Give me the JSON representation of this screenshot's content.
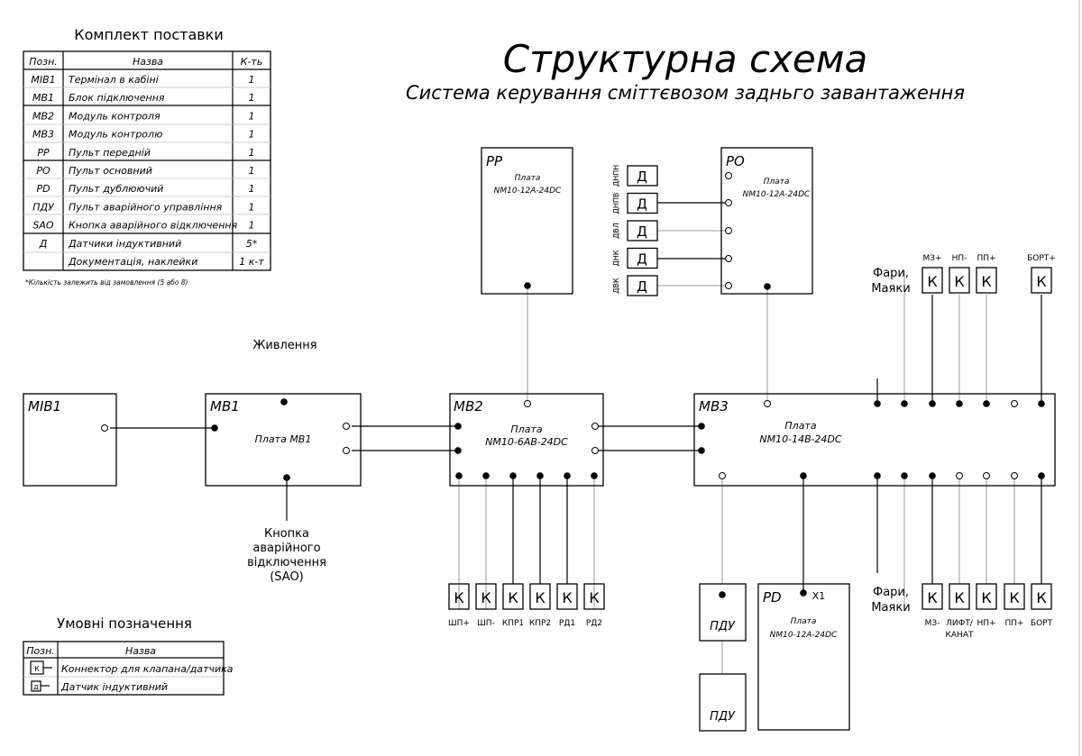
{
  "title": "Структурна схема",
  "subtitle": "Система керування сміттєвозом задньго завантаження",
  "kit": {
    "title": "Комплект поставки",
    "headers": [
      "Позн.",
      "Назва",
      "К-ть"
    ],
    "rows": [
      [
        "MIB1",
        "Термінал в кабіні",
        "1"
      ],
      [
        "MB1",
        "Блок підключення",
        "1"
      ],
      [
        "MB2",
        "Модуль контроля",
        "1"
      ],
      [
        "MB3",
        "Модуль контролю",
        "1"
      ],
      [
        "PP",
        "Пульт передній",
        "1"
      ],
      [
        "PO",
        "Пульт основний",
        "1"
      ],
      [
        "PD",
        "Пульт дублюючий",
        "1"
      ],
      [
        "ПДУ",
        "Пульт аварійного управління",
        "1"
      ],
      [
        "SAO",
        "Кнопка аварійного відключення",
        "1"
      ],
      [
        "Д",
        "Датчики індуктивний",
        "5*"
      ],
      [
        "",
        "Документація, наклейки",
        "1 к-т"
      ]
    ],
    "footnote": "*Кількість залежить від замовлення (5 або 8)"
  },
  "legend": {
    "title": "Умовні позначення",
    "headers": [
      "Позн.",
      "Назва"
    ],
    "rows": [
      {
        "symbol": "К",
        "text": "Коннектор для клапана/датчика"
      },
      {
        "symbol": "Д",
        "text": "Датчик індуктивний"
      }
    ]
  },
  "blocks": {
    "mib1": {
      "label": "MIB1"
    },
    "mb1": {
      "label": "MB1",
      "board": "Плата MB1"
    },
    "mb2": {
      "label": "MB2",
      "board1": "Плата",
      "board2": "NM10-6AB-24DC"
    },
    "mb3": {
      "label": "MB3",
      "board1": "Плата",
      "board2": "NM10-14B-24DC"
    },
    "pp": {
      "label": "PP",
      "board1": "Плата",
      "board2": "NM10-12A-24DC"
    },
    "po": {
      "label": "PO",
      "board1": "Плата",
      "board2": "NM10-12A-24DC"
    },
    "pd": {
      "label": "PD",
      "board1": "Плата",
      "board2": "NM10-12A-24DC",
      "pin": "X1"
    },
    "pdu1": {
      "label": "ПДУ"
    },
    "pdu2": {
      "label": "ПДУ"
    }
  },
  "power_label": "Живлення",
  "sao_label": [
    "Кнопка",
    "аварійного",
    "відключення",
    "(SAO)"
  ],
  "sensors": [
    {
      "symbol": "Д",
      "label": "ДНПН"
    },
    {
      "symbol": "Д",
      "label": "ДНПВ"
    },
    {
      "symbol": "Д",
      "label": "ДВЛ"
    },
    {
      "symbol": "Д",
      "label": "ДНК"
    },
    {
      "symbol": "Д",
      "label": "ДВК"
    }
  ],
  "mb2_connectors": [
    {
      "symbol": "К",
      "label": "ШП+"
    },
    {
      "symbol": "К",
      "label": "ШП-"
    },
    {
      "symbol": "К",
      "label": "КПР1"
    },
    {
      "symbol": "К",
      "label": "КПР2"
    },
    {
      "symbol": "К",
      "label": "РД1"
    },
    {
      "symbol": "К",
      "label": "РД2"
    }
  ],
  "top_connectors": {
    "lights": [
      "Фари,",
      "Маяки"
    ],
    "items": [
      {
        "symbol": "К",
        "label": "МЗ+"
      },
      {
        "symbol": "К",
        "label": "НП-"
      },
      {
        "symbol": "К",
        "label": "ПП+"
      },
      {
        "symbol": "К",
        "label": "БОРТ+"
      }
    ]
  },
  "bottom_connectors": {
    "lights": [
      "Фари,",
      "Маяки"
    ],
    "items": [
      {
        "symbol": "К",
        "label": "МЗ-"
      },
      {
        "symbol": "К",
        "label": "ЛИФТ/",
        "label2": "КАНАТ"
      },
      {
        "symbol": "К",
        "label": "НП+"
      },
      {
        "symbol": "К",
        "label": "ПП+"
      },
      {
        "symbol": "К",
        "label": "БОРТ"
      }
    ]
  }
}
